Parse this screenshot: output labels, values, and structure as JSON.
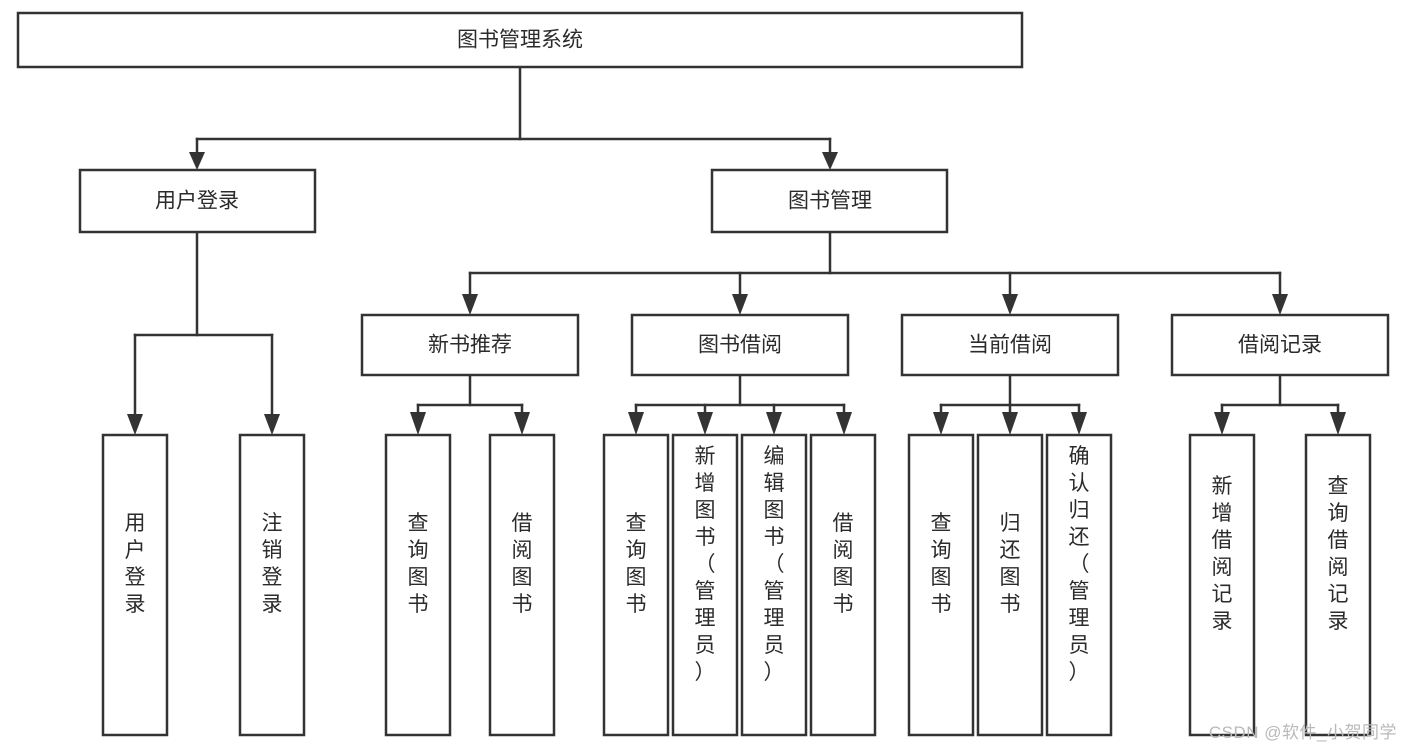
{
  "diagram": {
    "title": "图书管理系统",
    "type": "tree-hierarchy",
    "watermark": "CSDN @软件_小贺同学",
    "colors": {
      "stroke": "#333333",
      "box_fill": "#ffffff",
      "text": "#2b2b2b",
      "background": "#ffffff",
      "watermark": "#b9b9b9"
    },
    "root": {
      "label": "图书管理系统"
    },
    "level2": [
      {
        "id": "user-login",
        "label": "用户登录"
      },
      {
        "id": "book-manage",
        "label": "图书管理"
      }
    ],
    "level3": [
      {
        "id": "new-book-recommend",
        "label": "新书推荐",
        "parent": "book-manage"
      },
      {
        "id": "book-borrow",
        "label": "图书借阅",
        "parent": "book-manage"
      },
      {
        "id": "current-borrow",
        "label": "当前借阅",
        "parent": "book-manage"
      },
      {
        "id": "borrow-record",
        "label": "借阅记录",
        "parent": "book-manage"
      }
    ],
    "leaves": {
      "user-login": [
        {
          "id": "leaf-user-login",
          "label": "用户登录"
        },
        {
          "id": "leaf-user-logout",
          "label": "注销登录"
        }
      ],
      "new-book-recommend": [
        {
          "id": "leaf-query-book-1",
          "label": "查询图书"
        },
        {
          "id": "leaf-borrow-book-1",
          "label": "借阅图书"
        }
      ],
      "book-borrow": [
        {
          "id": "leaf-query-book-2",
          "label": "查询图书"
        },
        {
          "id": "leaf-add-book",
          "label": "新增图书（管理员）"
        },
        {
          "id": "leaf-edit-book",
          "label": "编辑图书（管理员）"
        },
        {
          "id": "leaf-borrow-book-2",
          "label": "借阅图书"
        }
      ],
      "current-borrow": [
        {
          "id": "leaf-query-book-3",
          "label": "查询图书"
        },
        {
          "id": "leaf-return-book",
          "label": "归还图书"
        },
        {
          "id": "leaf-confirm-return",
          "label": "确认归还（管理员）"
        }
      ],
      "borrow-record": [
        {
          "id": "leaf-add-record",
          "label": "新增借阅记录"
        },
        {
          "id": "leaf-query-record",
          "label": "查询借阅记录"
        }
      ]
    }
  }
}
